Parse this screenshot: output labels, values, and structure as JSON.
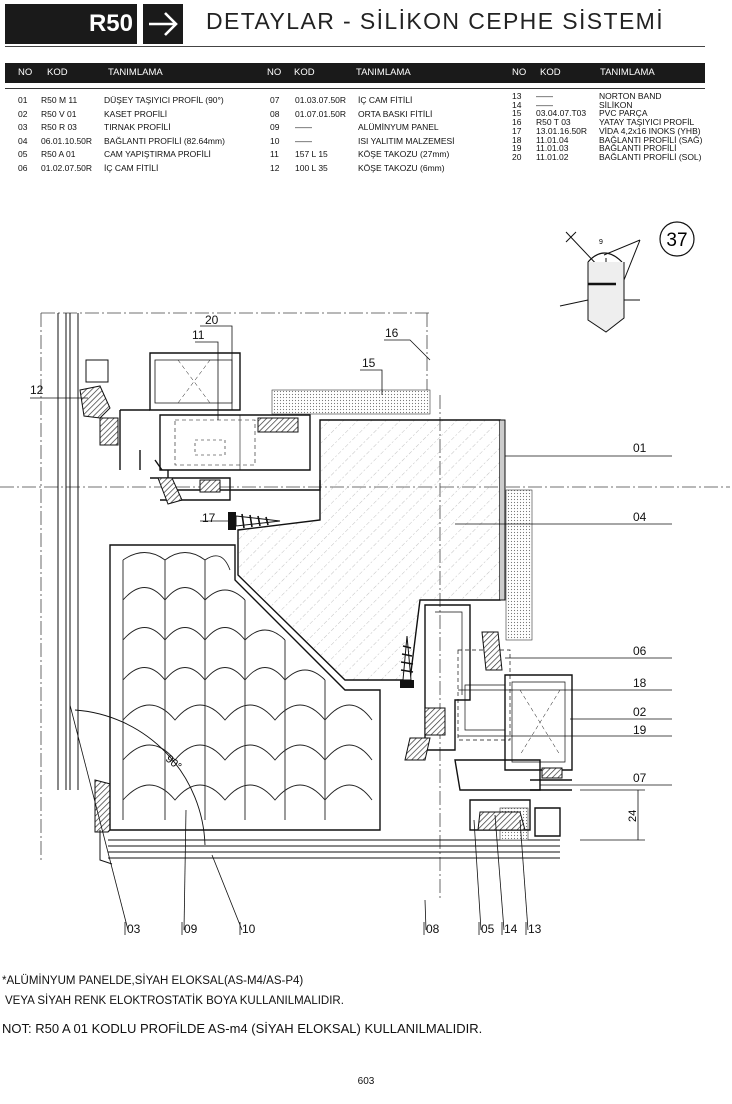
{
  "header": {
    "code": "R50",
    "title": "DETAYLAR - SİLİKON CEPHE SİSTEMİ"
  },
  "table": {
    "columns": [
      "NO",
      "KOD",
      "TANIMLAMA"
    ],
    "groups": [
      [
        {
          "no": "01",
          "code": "R50 M 11",
          "desc": "DÜŞEY TAŞIYICI PROFİL (90°)"
        },
        {
          "no": "02",
          "code": "R50 V 01",
          "desc": "KASET PROFİLİ"
        },
        {
          "no": "03",
          "code": "R50 R 03",
          "desc": "TIRNAK PROFİLİ"
        },
        {
          "no": "04",
          "code": "06.01.10.50R",
          "desc": "BAĞLANTI PROFİLİ  (82.64mm)"
        },
        {
          "no": "05",
          "code": "R50 A 01",
          "desc": "CAM YAPIŞTIRMA PROFİLİ"
        },
        {
          "no": "06",
          "code": "01.02.07.50R",
          "desc": "İÇ CAM FİTİLİ"
        }
      ],
      [
        {
          "no": "07",
          "code": "01.03.07.50R",
          "desc": "İÇ CAM FİTİLİ"
        },
        {
          "no": "08",
          "code": "01.07.01.50R",
          "desc": "ORTA BASKI FİTİLİ"
        },
        {
          "no": "09",
          "code": "——",
          "desc": "ALÜMİNYUM PANEL"
        },
        {
          "no": "10",
          "code": "——",
          "desc": "ISI YALITIM MALZEMESİ"
        },
        {
          "no": "11",
          "code": "157 L 15",
          "desc": "KÖŞE TAKOZU  (27mm)"
        },
        {
          "no": "12",
          "code": "100 L 35",
          "desc": "KÖŞE TAKOZU (6mm)"
        }
      ],
      [
        {
          "no": "13",
          "code": "——",
          "desc": "NORTON BAND"
        },
        {
          "no": "14",
          "code": "——",
          "desc": "SİLİKON"
        },
        {
          "no": "15",
          "code": "03.04.07.T03",
          "desc": "PVC PARÇA"
        },
        {
          "no": "16",
          "code": "R50 T 03",
          "desc": "YATAY TAŞIYICI PROFİL"
        },
        {
          "no": "17",
          "code": "13.01.16.50R",
          "desc": "VİDA 4,2x16 INOKS (YHB)"
        },
        {
          "no": "18",
          "code": "11.01.04",
          "desc": "BAĞLANTI PROFİLİ (SAĞ)"
        },
        {
          "no": "19",
          "code": "11.01.03",
          "desc": "BAĞLANTI PROFİLİ"
        },
        {
          "no": "20",
          "code": "11.01.02",
          "desc": "BAĞLANTI PROFİLİ (SOL)"
        }
      ]
    ]
  },
  "drawing": {
    "detail_number": "37",
    "angle_label": "90°",
    "small_angle": "9",
    "dimension": "24",
    "callouts": [
      "20",
      "11",
      "16",
      "15",
      "12",
      "01",
      "17",
      "04",
      "06",
      "18",
      "02",
      "19",
      "07",
      "03",
      "09",
      "10",
      "08",
      "05",
      "14",
      "13"
    ]
  },
  "notes": {
    "line1": "*ALÜMİNYUM PANELDE,SİYAH ELOKSAL(AS-M4/AS-P4)",
    "line2": "VEYA SİYAH RENK ELOKTROSTATİK BOYA KULLANILMALIDIR.",
    "line3": "NOT:  R50 A 01 KODLU PROFİLDE AS-m4 (SİYAH ELOKSAL) KULLANILMALIDIR."
  },
  "page_number": "603"
}
